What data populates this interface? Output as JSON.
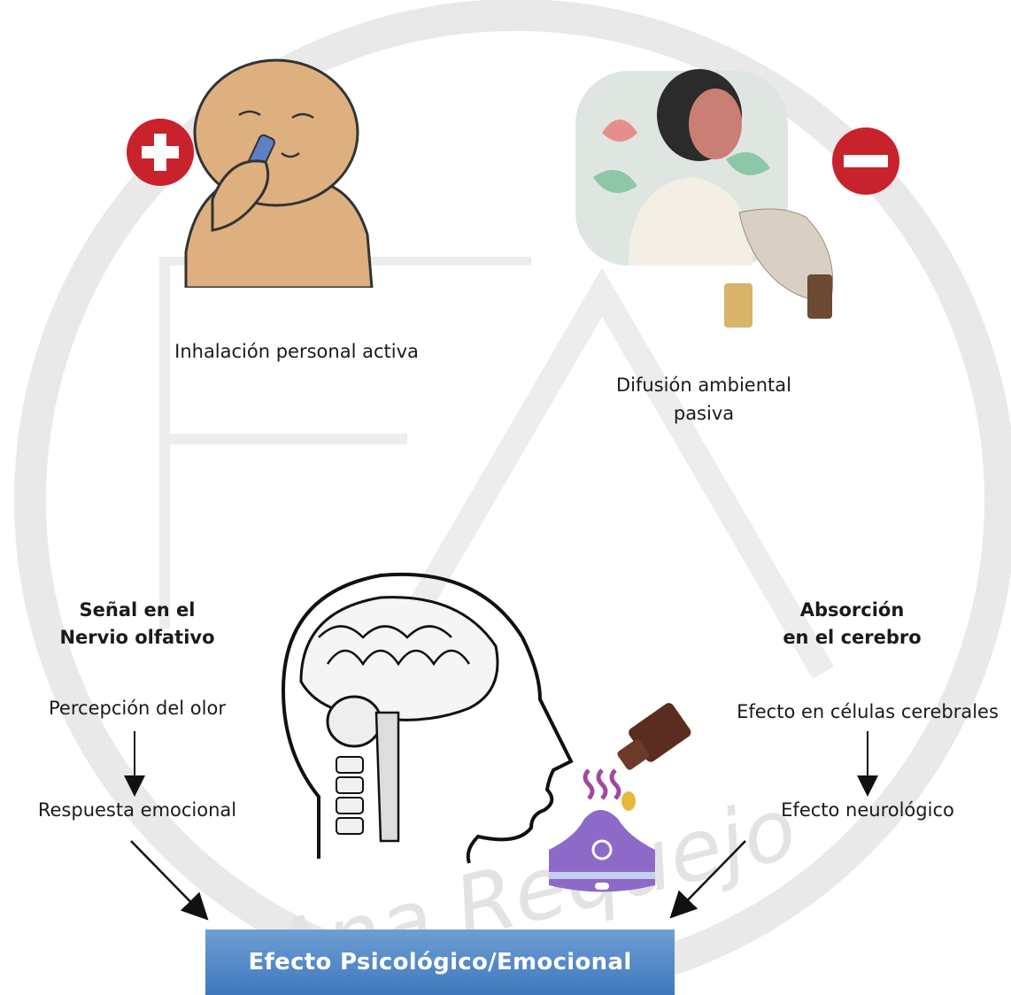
{
  "methods": {
    "left": {
      "label": "Inhalación personal activa",
      "badge": "plus"
    },
    "right": {
      "label_line1": "Difusión ambiental",
      "label_line2": "pasiva",
      "badge": "minus"
    }
  },
  "pathways": {
    "left": {
      "heading_line1": "Señal en el",
      "heading_line2": "Nervio olfativo",
      "step1": "Percepción del olor",
      "step2": "Respuesta emocional"
    },
    "right": {
      "heading_line1": "Absorción",
      "heading_line2": "en el cerebro",
      "step1": "Efecto en células cerebrales",
      "step2": "Efecto neurológico"
    }
  },
  "result": {
    "label": "Efecto Psicológico/Emocional"
  },
  "watermark": {
    "text": "Ana Requejo"
  },
  "colors": {
    "badge_red": "#c8222c",
    "result_blue": "#4a84c6",
    "skin": "#deb07f",
    "watermark_gray": "#e6e6e6"
  },
  "icons": [
    "plus-icon",
    "minus-icon",
    "brain-head-illustration",
    "diffuser-icon",
    "essential-oil-bottle-icon"
  ]
}
